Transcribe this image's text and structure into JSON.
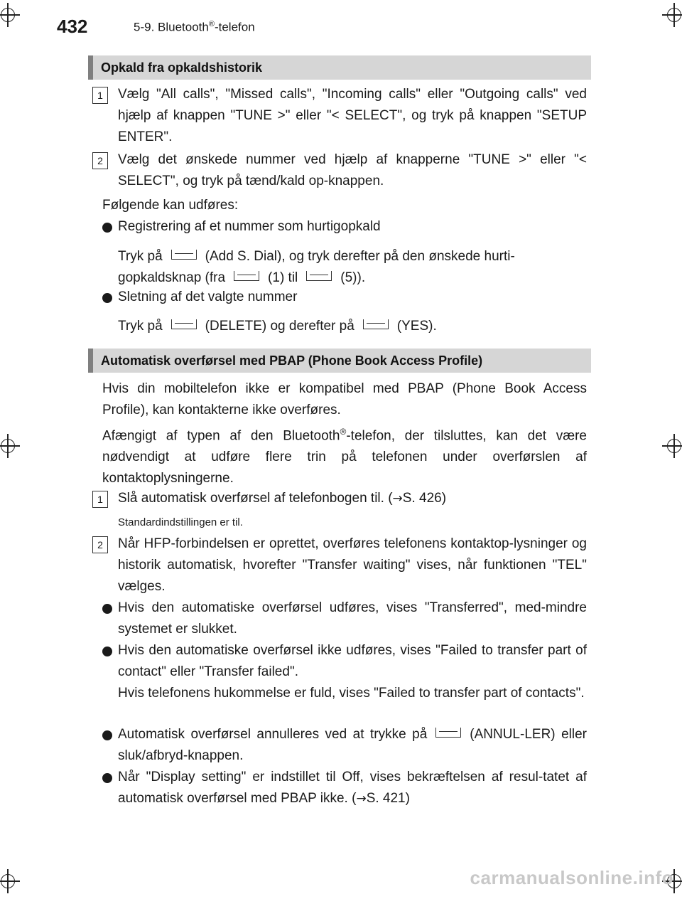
{
  "header": {
    "page_number": "432",
    "chapter": "5-9. Bluetooth",
    "chapter_suffix": "-telefon",
    "reg": "®"
  },
  "section1": {
    "title": "Opkald fra opkaldshistorik",
    "step1_num": "1",
    "step1": "Vælg \"All calls\", \"Missed calls\", \"Incoming calls\" eller \"Outgoing calls\" ved hjælp af knappen \"TUNE >\" eller \"< SELECT\", og tryk på knappen \"SETUP ENTER\".",
    "step2_num": "2",
    "step2": "Vælg det ønskede nummer ved hjælp af knapperne \"TUNE >\" eller \"< SELECT\", og tryk på tænd/kald op-knappen.",
    "intro": "Følgende kan udføres:",
    "bullet1": "Registrering af et nummer som hurtigopkald",
    "b1_a": "Tryk på",
    "b1_b": "(Add S. Dial), og tryk derefter på den ønskede hurti-",
    "b1_c": "gopkaldsknap (fra",
    "b1_d": "(1) til",
    "b1_e": "(5)).",
    "bullet2": "Sletning af det valgte nummer",
    "b2_a": "Tryk på",
    "b2_b": "(DELETE) og derefter på",
    "b2_c": "(YES)."
  },
  "section2": {
    "title": "Automatisk overførsel med PBAP (Phone Book Access Profile)",
    "p1": "Hvis din mobiltelefon ikke er kompatibel med PBAP (Phone Book Access Profile), kan kontakterne ikke overføres.",
    "p2_a": "Afængigt af typen af den Bluetooth",
    "p2_b": "-telefon, der tilsluttes, kan det være nødvendigt at udføre flere trin på telefonen under overførslen af kontaktoplysningerne.",
    "step1_num": "1",
    "step1_a": "Slå automatisk overførsel af telefonbogen til. (",
    "step1_b": "S. 426)",
    "note": "Standardindstillingen er til.",
    "step2_num": "2",
    "step2": "Når HFP-forbindelsen er oprettet, overføres telefonens kontaktop-lysninger og historik automatisk, hvorefter \"Transfer waiting\" vises, når funktionen \"TEL\" vælges.",
    "bullet1": "Hvis den automatiske overførsel udføres, vises \"Transferred\", med-mindre systemet er slukket.",
    "bullet2": "Hvis den automatiske overførsel ikke udføres, vises \"Failed to transfer part of contact\" eller \"Transfer failed\".",
    "bullet2_extra": "Hvis telefonens hukommelse er fuld, vises \"Failed to transfer part of contacts\".",
    "bullet3_a": "Automatisk overførsel annulleres ved at trykke på",
    "bullet3_b": "(ANNUL-LER) eller sluk/afbryd-knappen.",
    "bullet4_a": "Når \"Display setting\" er indstillet til Off, vises bekræftelsen af resul-tatet af automatisk overførsel med PBAP ikke. (",
    "bullet4_b": "S. 421)"
  },
  "arrow": "→",
  "watermark": "carmanualsonline.info"
}
